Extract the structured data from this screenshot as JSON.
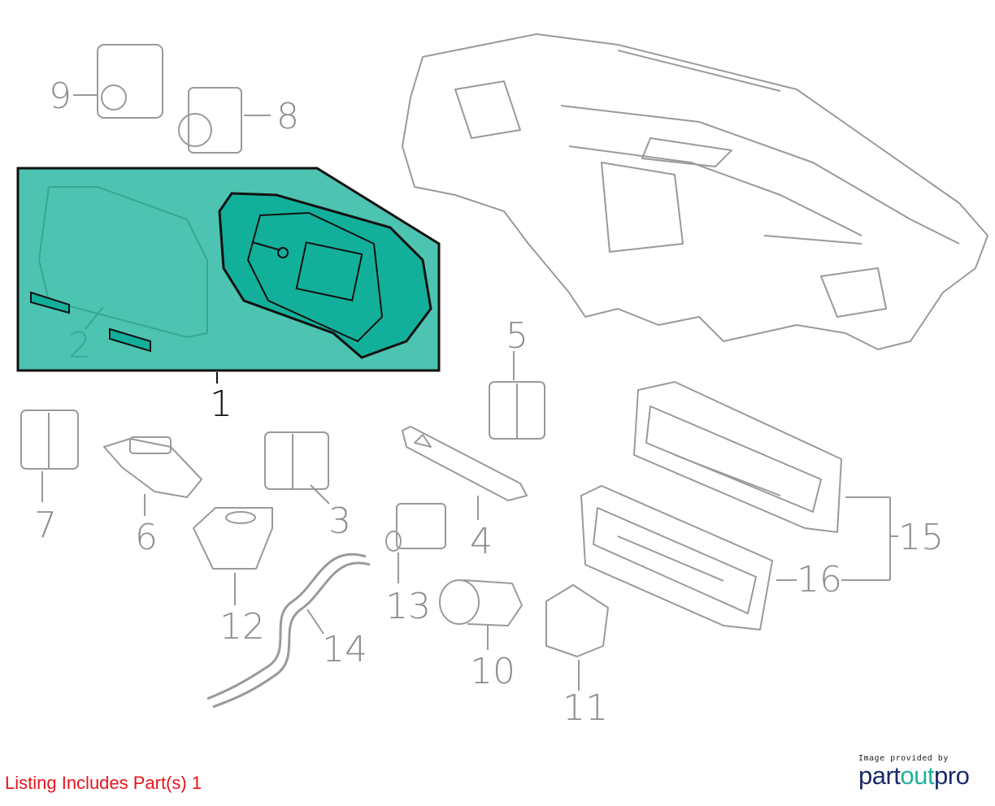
{
  "diagram": {
    "callouts": {
      "c1": "1",
      "c2": "2",
      "c3": "3",
      "c4": "4",
      "c5": "5",
      "c6": "6",
      "c7": "7",
      "c8": "8",
      "c9": "9",
      "c10": "10",
      "c11": "11",
      "c12": "12",
      "c13": "13",
      "c14": "14",
      "c15": "15",
      "c16": "16"
    },
    "highlight_color": "#4dc3b1",
    "part_color": "#12b09a",
    "line_color": "#999999"
  },
  "footer": {
    "listing_note": "Listing Includes Part(s) 1",
    "credit_caption": "Image provided by",
    "logo": {
      "part1": "part",
      "part2": "out",
      "part3": "pro"
    }
  }
}
